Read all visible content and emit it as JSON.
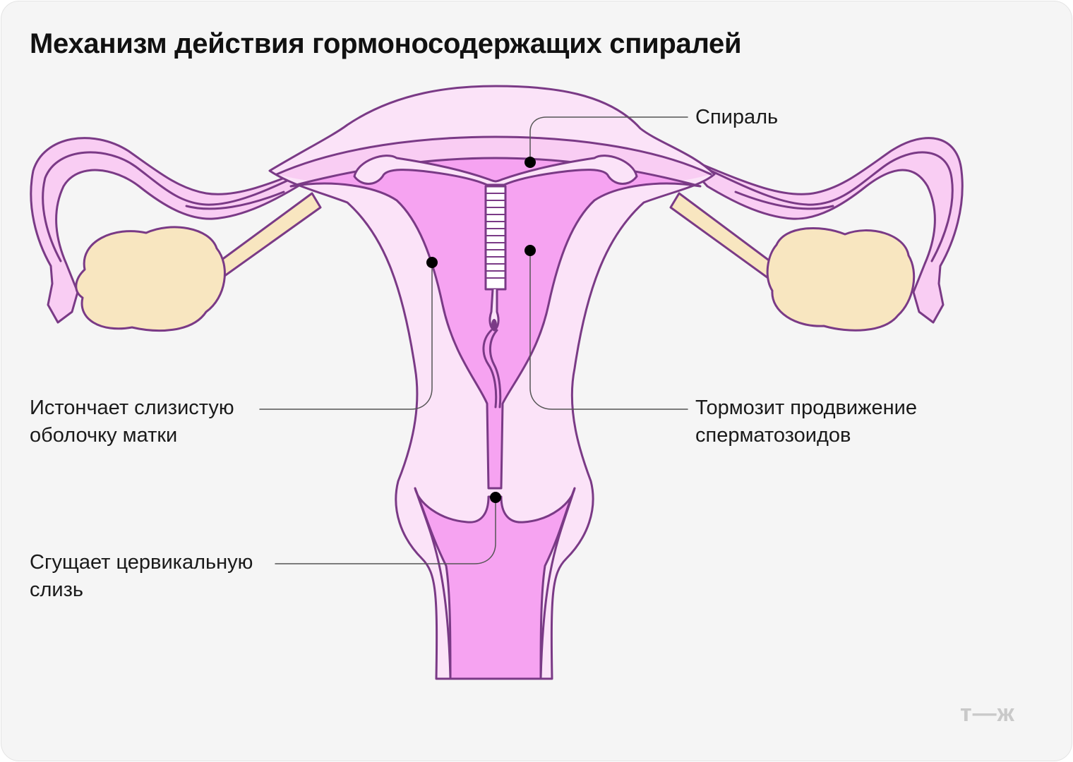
{
  "title": "Механизм действия гормоносодержащих спиралей",
  "labels": {
    "iud": "Спираль",
    "endometrium_line1": "Истончает слизистую",
    "endometrium_line2": "оболочку матки",
    "sperm_line1": "Тормозит продвижение",
    "sperm_line2": "сперматозоидов",
    "mucus_line1": "Сгущает цервикальную",
    "mucus_line2": "слизь"
  },
  "logo": "т—ж",
  "colors": {
    "background": "#f5f5f5",
    "outline": "#7a3a86",
    "tissue_light": "#fbe3f8",
    "tissue_mid": "#f9cdf3",
    "cavity": "#f6a3f1",
    "ovary": "#f8e6c0",
    "leader_line": "#555555",
    "dot": "#000000"
  }
}
